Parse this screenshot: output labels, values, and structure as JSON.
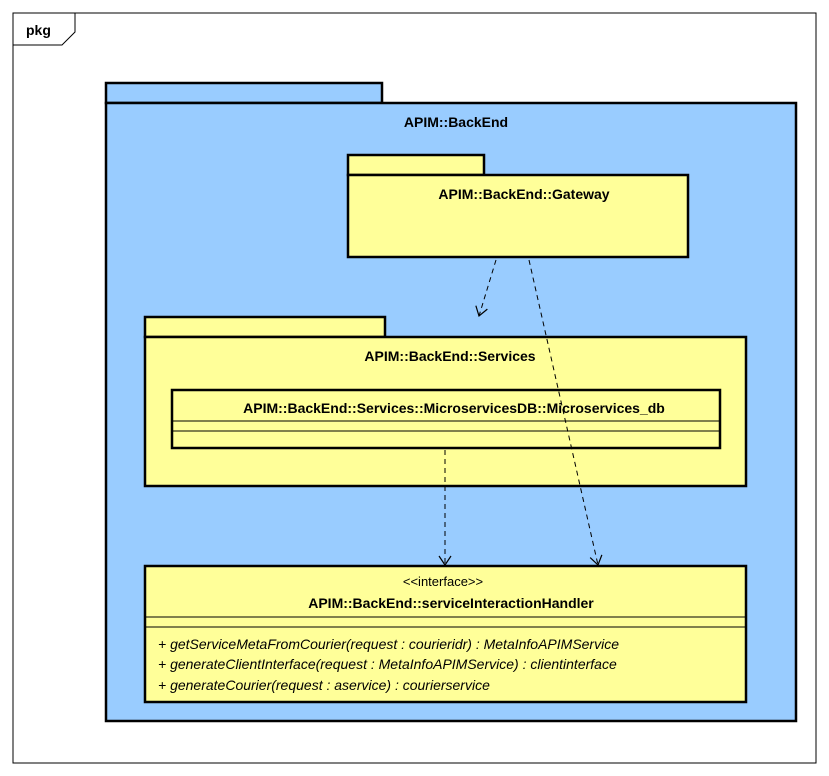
{
  "frame": {
    "label": "pkg"
  },
  "colors": {
    "package_blue": "#99CCFF",
    "element_yellow": "#FFFF99",
    "stroke": "#000000"
  },
  "packages": {
    "backend": {
      "name": "APIM::BackEnd"
    },
    "gateway": {
      "name": "APIM::BackEnd::Gateway"
    },
    "services": {
      "name": "APIM::BackEnd::Services"
    }
  },
  "classes": {
    "microservices_db": {
      "name": "APIM::BackEnd::Services::MicroservicesDB::Microservices_db"
    },
    "interaction_handler": {
      "stereotype": "<<interface>>",
      "name": "APIM::BackEnd::serviceInteractionHandler",
      "operations": [
        "+ getServiceMetaFromCourier(request : courieridr) : MetaInfoAPIMService",
        "+ generateClientInterface(request : MetaInfoAPIMService) : clientinterface",
        "+ generateCourier(request : aservice) : courierservice"
      ]
    }
  }
}
